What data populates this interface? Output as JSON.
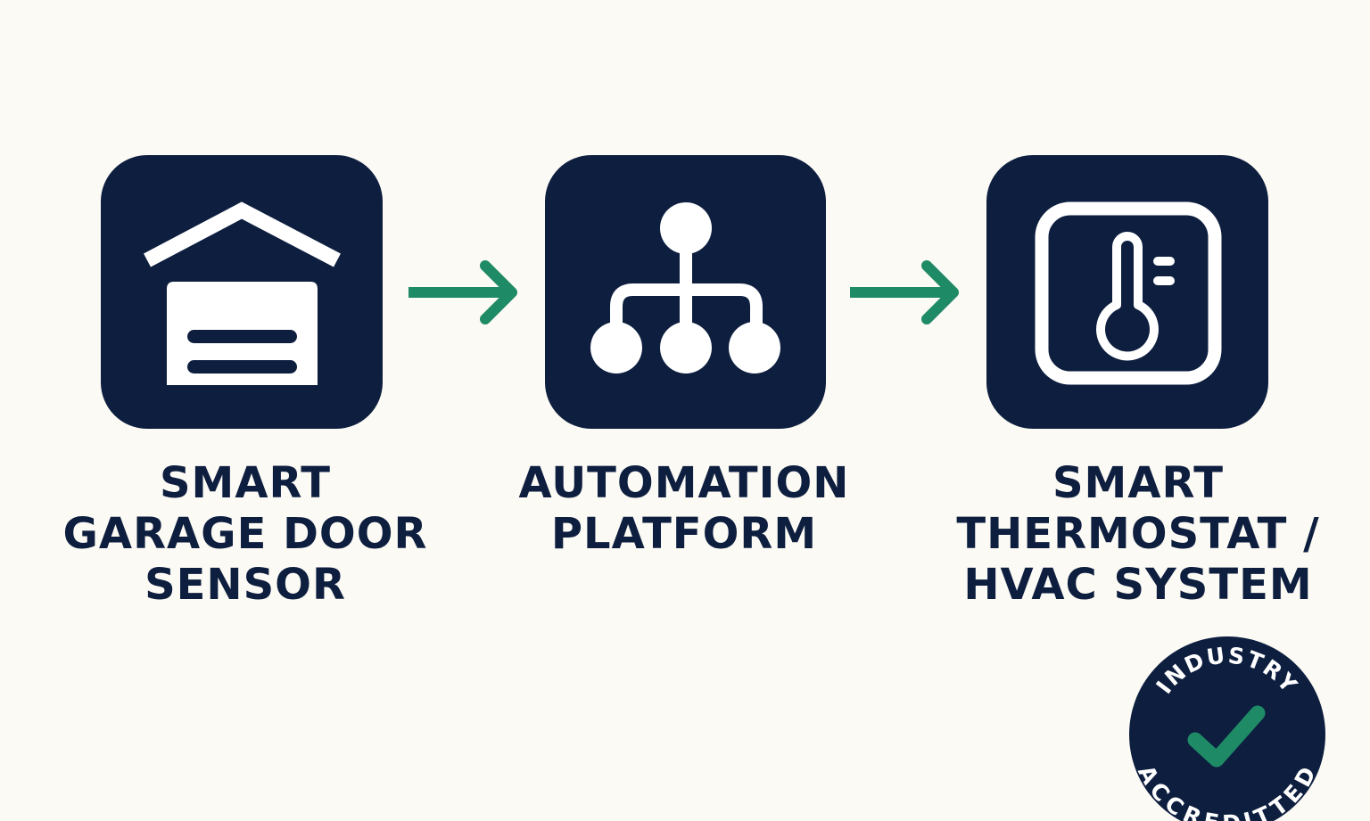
{
  "colors": {
    "background": "#fcfaf4",
    "tile": "#0d1e3f",
    "arrow": "#1e8a66",
    "badge_check": "#1e8a66",
    "text": "#0d1e3f"
  },
  "nodes": [
    {
      "icon": "garage-door-icon",
      "label_lines": [
        "SMART",
        "GARAGE DOOR",
        "SENSOR"
      ]
    },
    {
      "icon": "network-hub-icon",
      "label_lines": [
        "AUTOMATION",
        "PLATFORM"
      ]
    },
    {
      "icon": "thermostat-icon",
      "label_lines": [
        "SMART",
        "THERMOSTAT /",
        "HVAC SYSTEM"
      ]
    }
  ],
  "connectors": [
    {
      "icon": "right-arrow-icon",
      "from": 0,
      "to": 1
    },
    {
      "icon": "right-arrow-icon",
      "from": 1,
      "to": 2
    }
  ],
  "badge": {
    "top_text": "INDUSTRY",
    "bottom_text": "ACCREDITTED",
    "icon": "checkmark-icon"
  }
}
